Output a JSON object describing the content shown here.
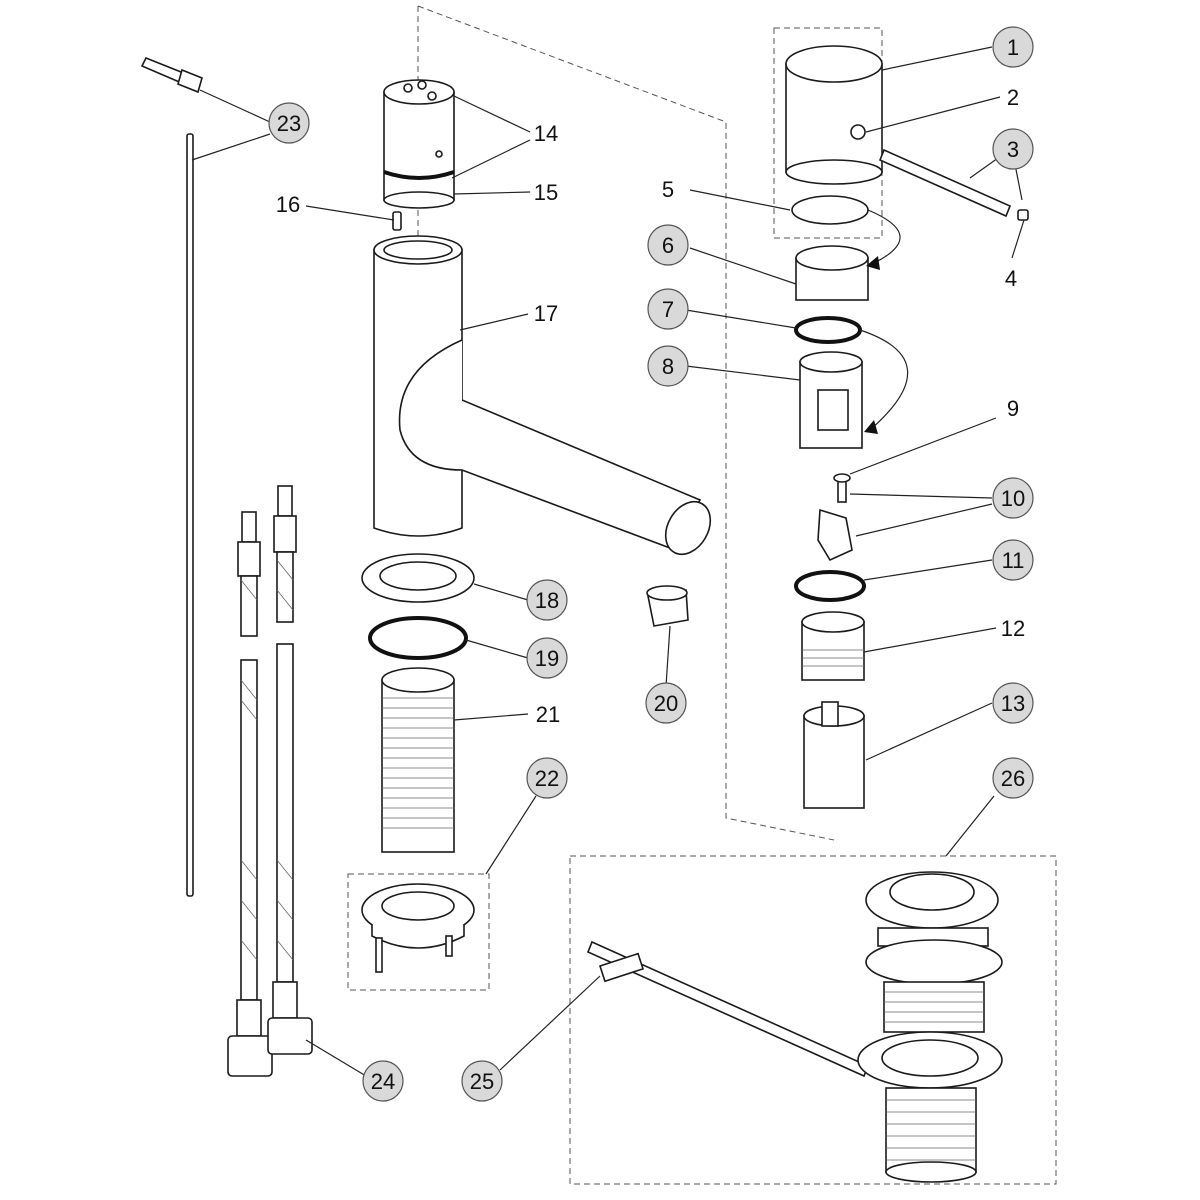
{
  "callouts": [
    {
      "id": "1",
      "label": "1",
      "circled": true
    },
    {
      "id": "2",
      "label": "2",
      "circled": false
    },
    {
      "id": "3",
      "label": "3",
      "circled": true
    },
    {
      "id": "4",
      "label": "4",
      "circled": false
    },
    {
      "id": "5",
      "label": "5",
      "circled": false
    },
    {
      "id": "6",
      "label": "6",
      "circled": true
    },
    {
      "id": "7",
      "label": "7",
      "circled": true
    },
    {
      "id": "8",
      "label": "8",
      "circled": true
    },
    {
      "id": "9",
      "label": "9",
      "circled": false
    },
    {
      "id": "10",
      "label": "10",
      "circled": true
    },
    {
      "id": "11",
      "label": "11",
      "circled": true
    },
    {
      "id": "12",
      "label": "12",
      "circled": false
    },
    {
      "id": "13",
      "label": "13",
      "circled": true
    },
    {
      "id": "14",
      "label": "14",
      "circled": false
    },
    {
      "id": "15",
      "label": "15",
      "circled": false
    },
    {
      "id": "16",
      "label": "16",
      "circled": false
    },
    {
      "id": "17",
      "label": "17",
      "circled": false
    },
    {
      "id": "18",
      "label": "18",
      "circled": true
    },
    {
      "id": "19",
      "label": "19",
      "circled": true
    },
    {
      "id": "20",
      "label": "20",
      "circled": true
    },
    {
      "id": "21",
      "label": "21",
      "circled": false
    },
    {
      "id": "22",
      "label": "22",
      "circled": true
    },
    {
      "id": "23",
      "label": "23",
      "circled": true
    },
    {
      "id": "24",
      "label": "24",
      "circled": true
    },
    {
      "id": "25",
      "label": "25",
      "circled": true
    },
    {
      "id": "26",
      "label": "26",
      "circled": true
    }
  ]
}
